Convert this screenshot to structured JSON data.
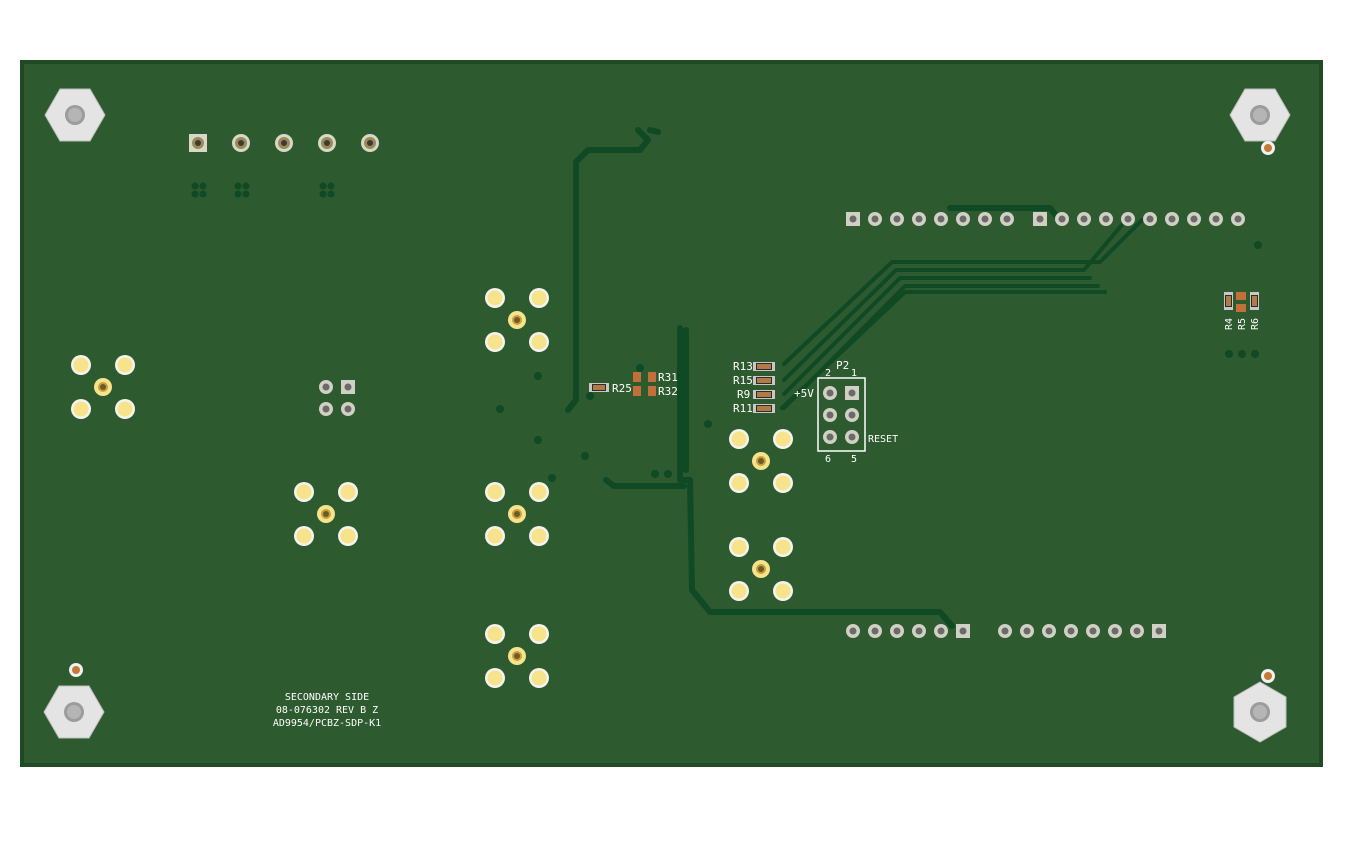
{
  "board": {
    "id_lines": [
      "SECONDARY SIDE",
      "08-076302 REV B Z",
      "AD9954/PCBZ-SDP-K1"
    ],
    "colors": {
      "substrate": "#2d5a2e",
      "edge": "#1f4a24",
      "trace": "#0f4a25",
      "silkscreen": "#ffffff",
      "gold_pad": "#f6e38b",
      "nickel": "#c9c9c9",
      "copper_body": "#c07038"
    }
  },
  "labels": {
    "r25": "R25",
    "r31": "R31",
    "r32": "R32",
    "r13": "R13",
    "r15": "R15",
    "r9": "R9",
    "r11": "R11",
    "p2": "P2",
    "p2_pin1": "1",
    "p2_pin2": "2",
    "p2_pin5": "5",
    "p2_pin6": "6",
    "plus5v": "+5V",
    "reset": "RESET",
    "r4": "R4",
    "r5": "R5",
    "r6": "R6"
  },
  "icons": {
    "mount_hole": "hexagon-standoff-icon",
    "sma": "sma-connector-footprint-icon",
    "via": "via-icon"
  }
}
